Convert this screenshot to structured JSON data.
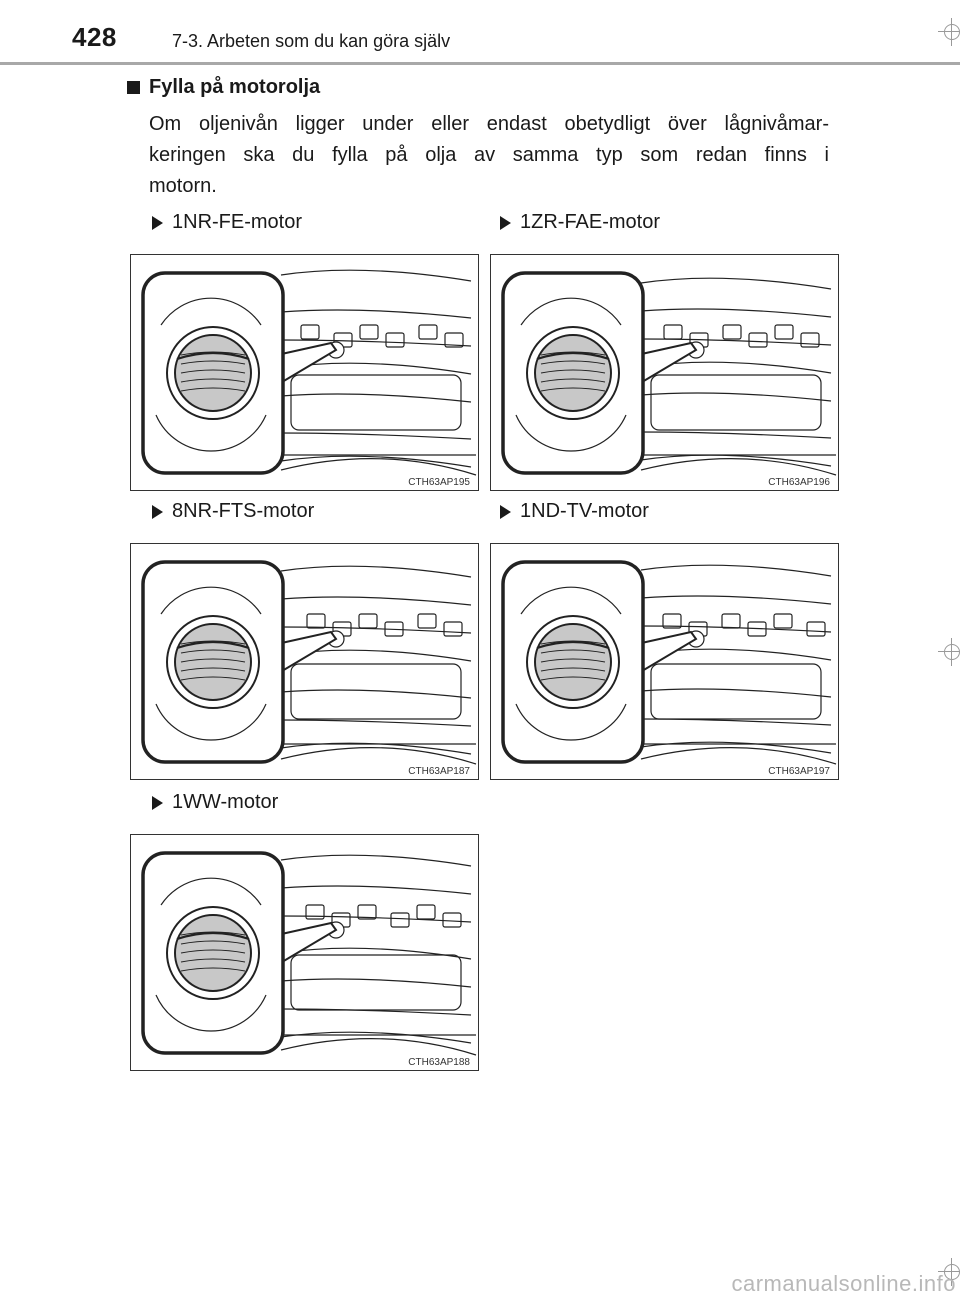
{
  "header": {
    "page_number": "428",
    "chapter": "7-3. Arbeten som du kan göra själv"
  },
  "section": {
    "title": "Fylla på motorolja",
    "lines": [
      "Om oljenivån ligger under eller endast obetydligt över lågnivåmar-",
      "keringen ska du fylla på olja av samma typ som redan finns i",
      "motorn."
    ]
  },
  "figures": [
    {
      "label": "1NR-FE-motor",
      "code": "CTH63AP195",
      "icon": "oil-filler-cap-illustration"
    },
    {
      "label": "1ZR-FAE-motor",
      "code": "CTH63AP196",
      "icon": "oil-filler-cap-illustration"
    },
    {
      "label": "8NR-FTS-motor",
      "code": "CTH63AP187",
      "icon": "oil-filler-cap-illustration"
    },
    {
      "label": "1ND-TV-motor",
      "code": "CTH63AP197",
      "icon": "oil-filler-cap-illustration"
    },
    {
      "label": "1WW-motor",
      "code": "CTH63AP188",
      "icon": "oil-filler-cap-illustration"
    }
  ],
  "footer": {
    "watermark": "carmanualsonline.info"
  },
  "colors": {
    "text": "#1a1a1a",
    "rule": "#a8a8a8",
    "cap_fill": "#c8c8c8"
  }
}
